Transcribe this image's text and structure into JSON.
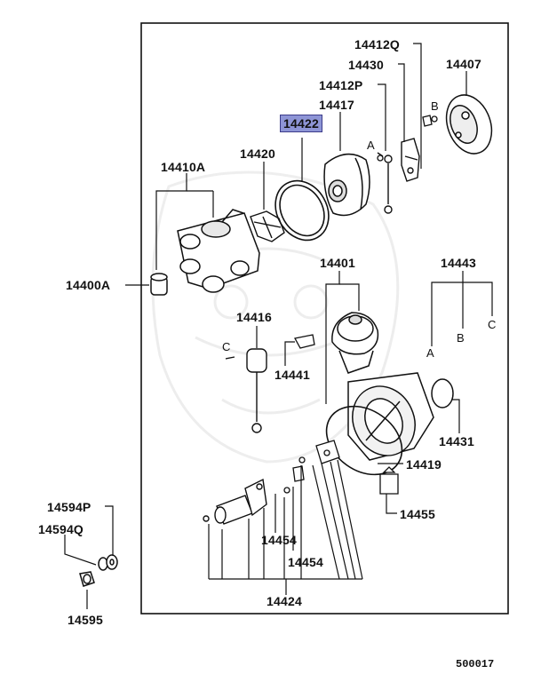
{
  "diagram": {
    "frame_color": "#111111",
    "highlight_color": "#8e95d6",
    "highlighted_part": "14422",
    "labels": {
      "p14412Q": "14412Q",
      "p14430": "14430",
      "p14407": "14407",
      "p14412P": "14412P",
      "p14417": "14417",
      "p14422": "14422",
      "a_top": "A",
      "b_top": "B",
      "p14420": "14420",
      "p14410A": "14410A",
      "p14400A": "14400A",
      "p14401": "14401",
      "p14443": "14443",
      "b_mid": "B",
      "c_mid": "C",
      "a_mid": "A",
      "p14416": "14416",
      "c_left": "C",
      "p14441": "14441",
      "p14431": "14431",
      "p14419": "14419",
      "p14455": "14455",
      "p14594P": "14594P",
      "p14594Q": "14594Q",
      "p14454a": "14454",
      "p14454b": "14454",
      "p14424": "14424",
      "p14595": "14595"
    },
    "figure_code": "500017"
  }
}
